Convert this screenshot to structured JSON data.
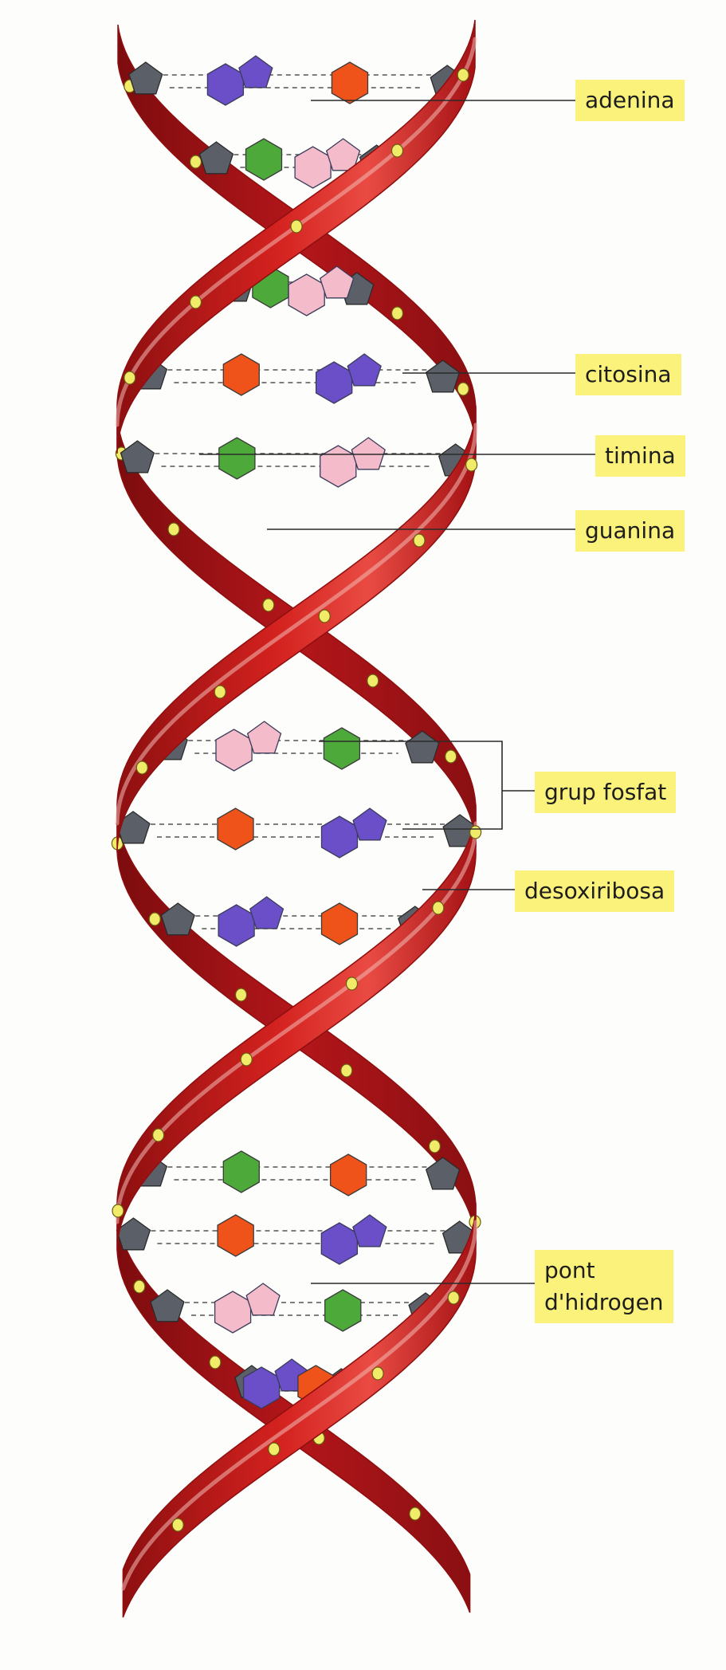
{
  "labels": {
    "adenina": "adenina",
    "citosina": "citosina",
    "timina": "timina",
    "guanina": "guanina",
    "grup_fosfat": "grup fosfat",
    "desoxiribosa": "desoxiribosa",
    "pont_line1": "pont",
    "pont_line2": "d'hidrogen"
  },
  "colors": {
    "background": "#fdfdfb",
    "label_background": "#faf27a",
    "ribbon": "#c9181c",
    "ribbon_dark": "#8e0f10",
    "ribbon_highlight": "#f3b9b4",
    "phosphate": "#f0ec6a",
    "deoxyribose": "#5b6068",
    "adenine": "#6a4fc8",
    "thymine": "#f0531a",
    "cytosine": "#f4bccb",
    "guanine": "#4ca93a",
    "leader_line": "#2a2a2a"
  },
  "icons": {
    "ribbon": "dna-backbone-ribbon",
    "phosphate": "phosphate-bead-icon",
    "sugar": "pentagon-icon",
    "base": "hexagon-icon"
  }
}
